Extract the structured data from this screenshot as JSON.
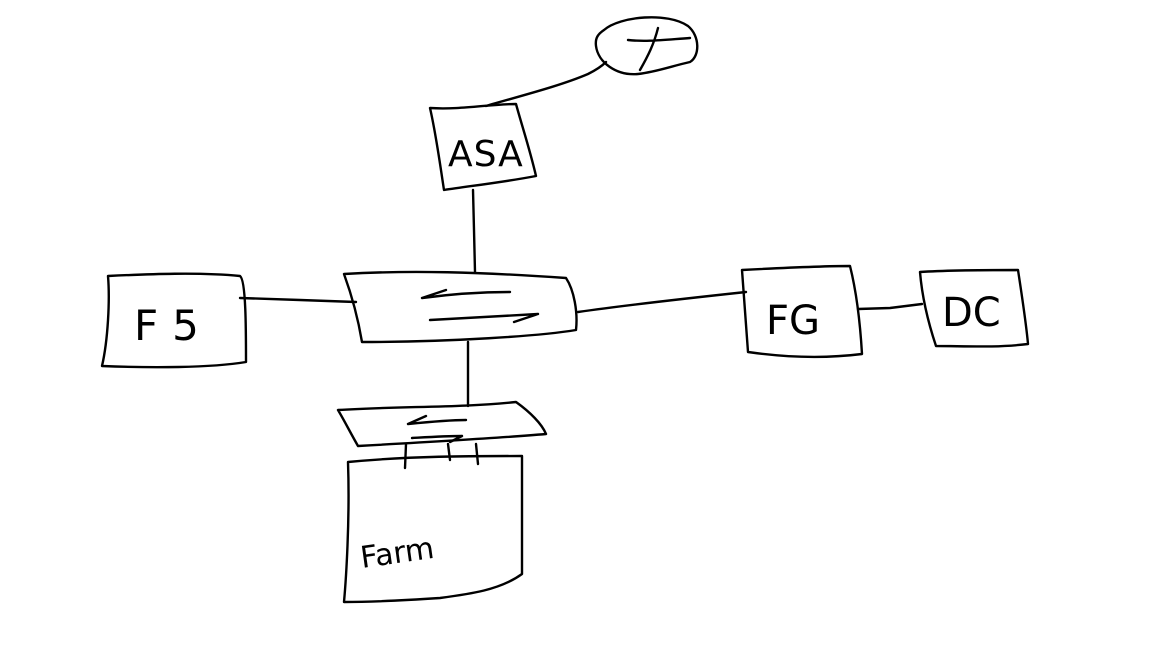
{
  "diagram": {
    "nodes": {
      "internet": {
        "label": ""
      },
      "asa": {
        "label": "ASA"
      },
      "core_switch": {
        "label": ""
      },
      "f5": {
        "label": "F5"
      },
      "fg": {
        "label": "FG"
      },
      "dc": {
        "label": "DC"
      },
      "access_switch": {
        "label": ""
      },
      "farm": {
        "label": "Farm"
      }
    },
    "links": [
      {
        "from": "asa",
        "to": "internet"
      },
      {
        "from": "asa",
        "to": "core_switch"
      },
      {
        "from": "f5",
        "to": "core_switch"
      },
      {
        "from": "core_switch",
        "to": "fg"
      },
      {
        "from": "fg",
        "to": "dc"
      },
      {
        "from": "core_switch",
        "to": "access_switch"
      },
      {
        "from": "access_switch",
        "to": "farm"
      }
    ],
    "style": {
      "background": "#ffffff",
      "ink": "#000000"
    }
  }
}
